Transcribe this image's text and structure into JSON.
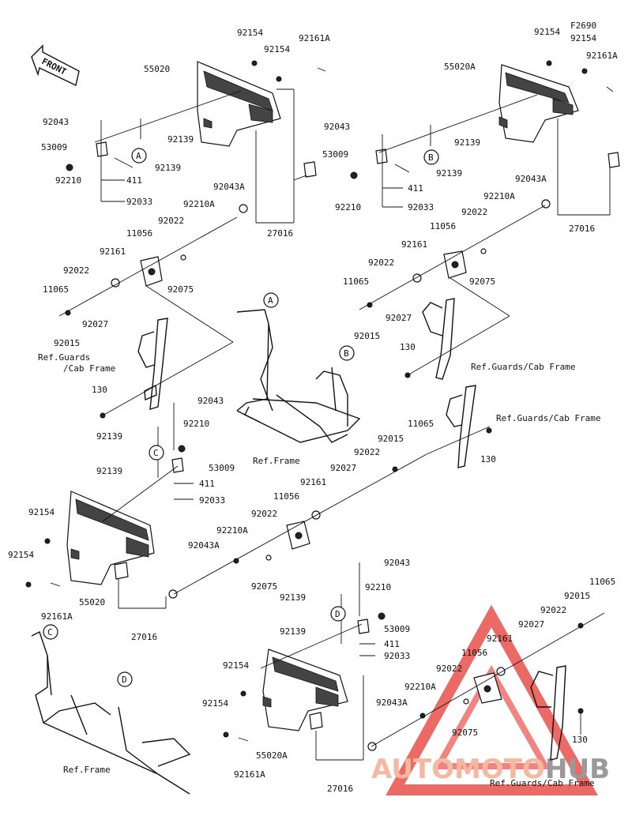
{
  "figure_code": "F2690",
  "front_label": "FRONT",
  "watermark": {
    "part1": "AUTOMOTO",
    "part2": "HUB",
    "color1": "#f4b9a0",
    "color2": "#9a9a9a",
    "accent": "#e8504a"
  },
  "callouts": [
    {
      "id": "c1",
      "text": "92154"
    },
    {
      "id": "c2",
      "text": "92154"
    },
    {
      "id": "c3",
      "text": "92161A"
    },
    {
      "id": "c4",
      "text": "55020"
    },
    {
      "id": "c5",
      "text": "92043"
    },
    {
      "id": "c6",
      "text": "92139"
    },
    {
      "id": "c7",
      "text": "53009"
    },
    {
      "id": "c8",
      "text": "92139"
    },
    {
      "id": "c9",
      "text": "411"
    },
    {
      "id": "c10",
      "text": "92210"
    },
    {
      "id": "c11",
      "text": "92033"
    },
    {
      "id": "c12",
      "text": "92043A"
    },
    {
      "id": "c13",
      "text": "92210A"
    },
    {
      "id": "c14",
      "text": "92022"
    },
    {
      "id": "c15",
      "text": "11056"
    },
    {
      "id": "c16",
      "text": "27016"
    },
    {
      "id": "c17",
      "text": "92161"
    },
    {
      "id": "c18",
      "text": "92022"
    },
    {
      "id": "c19",
      "text": "92075"
    },
    {
      "id": "c20",
      "text": "11065"
    },
    {
      "id": "c21",
      "text": "92027"
    },
    {
      "id": "c22",
      "text": "92015"
    },
    {
      "id": "c23",
      "text": "Ref.Guards"
    },
    {
      "id": "c24",
      "text": "/Cab Frame"
    },
    {
      "id": "c25",
      "text": "130"
    },
    {
      "id": "c26",
      "text": "92154"
    },
    {
      "id": "c27",
      "text": "92154"
    },
    {
      "id": "c28",
      "text": "92161A"
    },
    {
      "id": "c29",
      "text": "55020A"
    },
    {
      "id": "c30",
      "text": "92043"
    },
    {
      "id": "c31",
      "text": "92139"
    },
    {
      "id": "c32",
      "text": "53009"
    },
    {
      "id": "c33",
      "text": "92139"
    },
    {
      "id": "c34",
      "text": "411"
    },
    {
      "id": "c35",
      "text": "92210"
    },
    {
      "id": "c36",
      "text": "92033"
    },
    {
      "id": "c37",
      "text": "92043A"
    },
    {
      "id": "c38",
      "text": "92210A"
    },
    {
      "id": "c39",
      "text": "92022"
    },
    {
      "id": "c40",
      "text": "27016"
    },
    {
      "id": "c41",
      "text": "11056"
    },
    {
      "id": "c42",
      "text": "92161"
    },
    {
      "id": "c43",
      "text": "92022"
    },
    {
      "id": "c44",
      "text": "11065"
    },
    {
      "id": "c45",
      "text": "92075"
    },
    {
      "id": "c46",
      "text": "92027"
    },
    {
      "id": "c47",
      "text": "92015"
    },
    {
      "id": "c48",
      "text": "130"
    },
    {
      "id": "c49",
      "text": "Ref.Guards/Cab Frame"
    },
    {
      "id": "c50",
      "text": "Ref.Frame"
    },
    {
      "id": "c51",
      "text": "Ref.Guards/Cab Frame"
    },
    {
      "id": "c52",
      "text": "11065"
    },
    {
      "id": "c53",
      "text": "92015"
    },
    {
      "id": "c54",
      "text": "92022"
    },
    {
      "id": "c55",
      "text": "92027"
    },
    {
      "id": "c56",
      "text": "130"
    },
    {
      "id": "c57",
      "text": "92161"
    },
    {
      "id": "c58",
      "text": "11056"
    },
    {
      "id": "c59",
      "text": "92022"
    },
    {
      "id": "c60",
      "text": "92210A"
    },
    {
      "id": "c61",
      "text": "92043A"
    },
    {
      "id": "c62",
      "text": "92075"
    },
    {
      "id": "c63",
      "text": "92043"
    },
    {
      "id": "c64",
      "text": "92210"
    },
    {
      "id": "c65",
      "text": "92139"
    },
    {
      "id": "c66",
      "text": "53009"
    },
    {
      "id": "c67",
      "text": "92139"
    },
    {
      "id": "c68",
      "text": "411"
    },
    {
      "id": "c69",
      "text": "92033"
    },
    {
      "id": "c70",
      "text": "92154"
    },
    {
      "id": "c71",
      "text": "92154"
    },
    {
      "id": "c72",
      "text": "55020"
    },
    {
      "id": "c73",
      "text": "92161A"
    },
    {
      "id": "c74",
      "text": "27016"
    },
    {
      "id": "c75",
      "text": "92043"
    },
    {
      "id": "c76",
      "text": "92210"
    },
    {
      "id": "c77",
      "text": "92139"
    },
    {
      "id": "c78",
      "text": "53009"
    },
    {
      "id": "c79",
      "text": "92139"
    },
    {
      "id": "c80",
      "text": "411"
    },
    {
      "id": "c81",
      "text": "92033"
    },
    {
      "id": "c82",
      "text": "11065"
    },
    {
      "id": "c83",
      "text": "92015"
    },
    {
      "id": "c84",
      "text": "92022"
    },
    {
      "id": "c85",
      "text": "92027"
    },
    {
      "id": "c86",
      "text": "92161"
    },
    {
      "id": "c87",
      "text": "11056"
    },
    {
      "id": "c88",
      "text": "92022"
    },
    {
      "id": "c89",
      "text": "92210A"
    },
    {
      "id": "c90",
      "text": "92043A"
    },
    {
      "id": "c91",
      "text": "92075"
    },
    {
      "id": "c92",
      "text": "92154"
    },
    {
      "id": "c93",
      "text": "92154"
    },
    {
      "id": "c94",
      "text": "55020A"
    },
    {
      "id": "c95",
      "text": "92161A"
    },
    {
      "id": "c96",
      "text": "27016"
    },
    {
      "id": "c97",
      "text": "130"
    },
    {
      "id": "c98",
      "text": "Ref.Guards/Cab Frame"
    },
    {
      "id": "c99",
      "text": "Ref.Frame"
    }
  ],
  "ref_markers": [
    {
      "id": "m1",
      "text": "A"
    },
    {
      "id": "m2",
      "text": "B"
    },
    {
      "id": "m3",
      "text": "A"
    },
    {
      "id": "m4",
      "text": "B"
    },
    {
      "id": "m5",
      "text": "C"
    },
    {
      "id": "m6",
      "text": "D"
    },
    {
      "id": "m7",
      "text": "C"
    },
    {
      "id": "m8",
      "text": "D"
    }
  ]
}
